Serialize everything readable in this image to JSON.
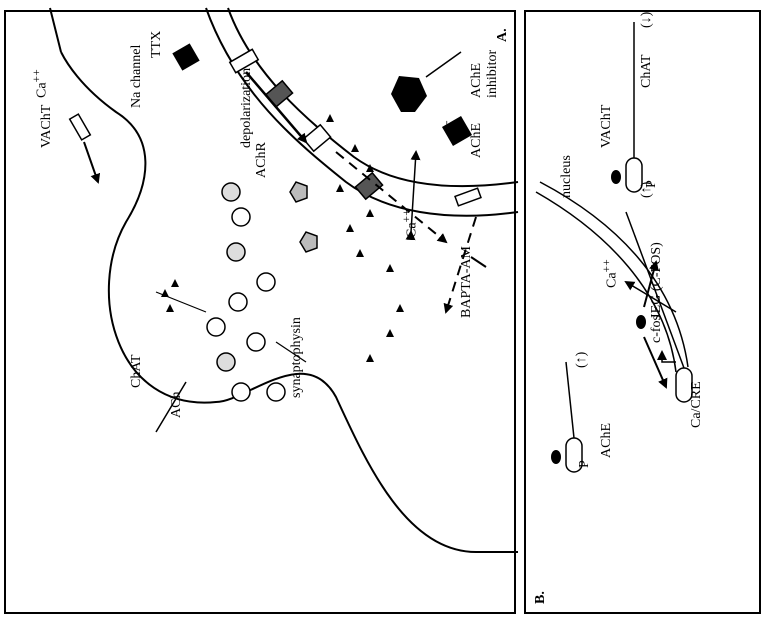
{
  "panel_a": {
    "title": "A.",
    "labels": {
      "vacht": "VAChT",
      "na_channel": "Na channel",
      "ttx": "TTX",
      "ca_top": "Ca",
      "ca_top_sup": "++",
      "chat": "ChAT",
      "ach": "ACh",
      "synaptophysin": "synaptophysin",
      "achr": "AChR",
      "depolarization": "depolarization",
      "ca_bottom": "Ca",
      "ca_bottom_sup": "++",
      "bapta": "BAPTA-AM",
      "ache_inhibitor_1": "AChE",
      "ache_inhibitor_2": "inhibitor",
      "ache": "AChE",
      "ache_minus": "–"
    }
  },
  "panel_b": {
    "title": "B.",
    "labels": {
      "ca_cre": "Ca/CRE",
      "ca": "Ca",
      "ca_sup": "++",
      "nucleus": "nucleus",
      "ieg": "IEG (C-FOS)",
      "ieg_arrow": "(↑)",
      "cfos": "c-fos",
      "ache": "AChE",
      "ache_arrow": "(↑)",
      "vacht": "VAChT",
      "chat": "ChAT",
      "chat_arrow": "(↓)",
      "p_left": "P",
      "p_right": "P"
    }
  },
  "colors": {
    "ink": "#000000",
    "gray": "#9a9a9a",
    "light": "#d9d9d9",
    "paper": "#ffffff"
  }
}
